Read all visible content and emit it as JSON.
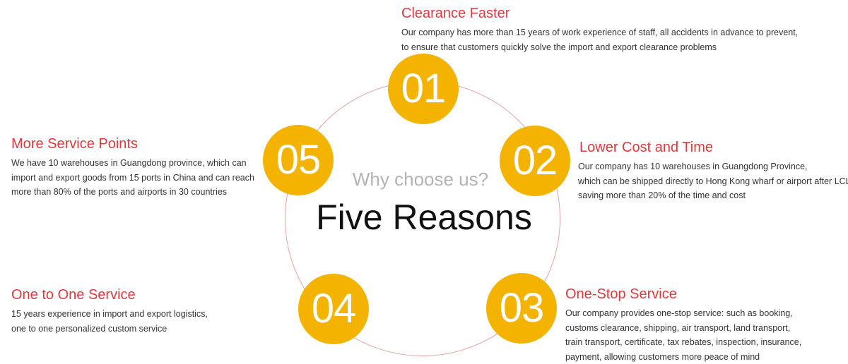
{
  "center": {
    "subtitle": "Why choose us?",
    "title": "Five Reasons"
  },
  "reasons": [
    {
      "number": "01",
      "title": "Clearance Faster",
      "lines": [
        "Our company has more than 15 years of work experience of staff, all accidents in advance to prevent,",
        "to ensure that customers quickly solve the import and export clearance problems"
      ]
    },
    {
      "number": "02",
      "title": "Lower Cost and Time",
      "lines": [
        "Our company has 10 warehouses in Guangdong Province,",
        "which can be shipped directly to Hong Kong wharf or airport after LCL,",
        "saving more than 20% of the time and cost"
      ]
    },
    {
      "number": "03",
      "title": "One-Stop Service",
      "lines": [
        "Our company provides one-stop service: such as booking,",
        "customs clearance, shipping, air transport, land transport,",
        "train transport, certificate, tax rebates, inspection, insurance,",
        "payment, allowing customers more peace of mind"
      ]
    },
    {
      "number": "04",
      "title": "One to One Service",
      "lines": [
        "15 years experience in import and export logistics,",
        "one to one personalized custom service"
      ]
    },
    {
      "number": "05",
      "title": "More Service Points",
      "lines": [
        "We have 10 warehouses in Guangdong province, which can",
        "import and export goods from 15 ports in China and can reach",
        "more than 80% of the ports and airports in 30 countries"
      ]
    }
  ],
  "colors": {
    "badge": "#f3b300",
    "heading": "#e0393e",
    "ring": "#e6a3a3"
  }
}
